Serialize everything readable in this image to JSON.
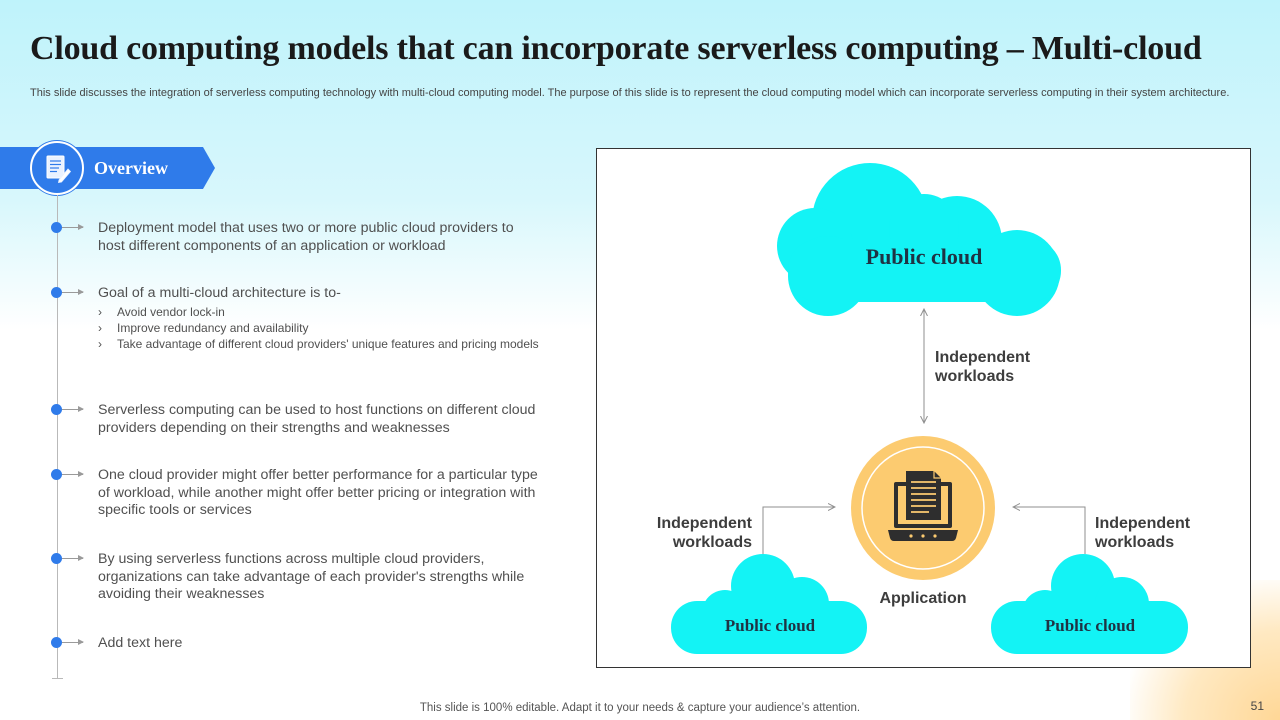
{
  "slide": {
    "title": "Cloud computing models that can incorporate serverless computing – Multi-cloud",
    "subtitle": "This slide discusses the integration of serverless computing technology with multi-cloud computing model. The purpose of this slide is to represent the cloud computing model which can incorporate serverless computing in their system architecture.",
    "footer": "This slide is 100% editable. Adapt it to your needs & capture your audience’s attention.",
    "page_number": "51"
  },
  "overview": {
    "label": "Overview",
    "icon": "document-edit-icon",
    "bullets": [
      {
        "text": "Deployment model that uses two or more public cloud providers to host different components of an application or workload"
      },
      {
        "text": "Goal of a multi-cloud architecture is to-",
        "subitems": [
          "Avoid vendor lock-in",
          "Improve redundancy and availability",
          "Take advantage of different cloud providers' unique features and pricing models"
        ]
      },
      {
        "text": "Serverless computing can be used to host functions on different cloud providers depending on their strengths and weaknesses"
      },
      {
        "text": "One cloud provider might offer better performance for a particular type of workload, while another might offer better pricing or integration with specific tools or services"
      },
      {
        "text": "By using serverless functions across multiple cloud providers, organizations can take advantage of each provider's strengths while avoiding their weaknesses"
      },
      {
        "text": "Add text here"
      }
    ]
  },
  "diagram": {
    "top_cloud": "Public cloud",
    "left_cloud": "Public cloud",
    "right_cloud": "Public cloud",
    "center": "Application",
    "center_icon": "laptop-document-icon",
    "workload_top": "Independent workloads",
    "workload_left": "Independent workloads",
    "workload_right": "Independent workloads"
  },
  "colors": {
    "accent_blue": "#2f7bea",
    "cloud_cyan": "#13f3f5",
    "app_orange": "#fccb70",
    "app_icon": "#2e2e2e"
  }
}
